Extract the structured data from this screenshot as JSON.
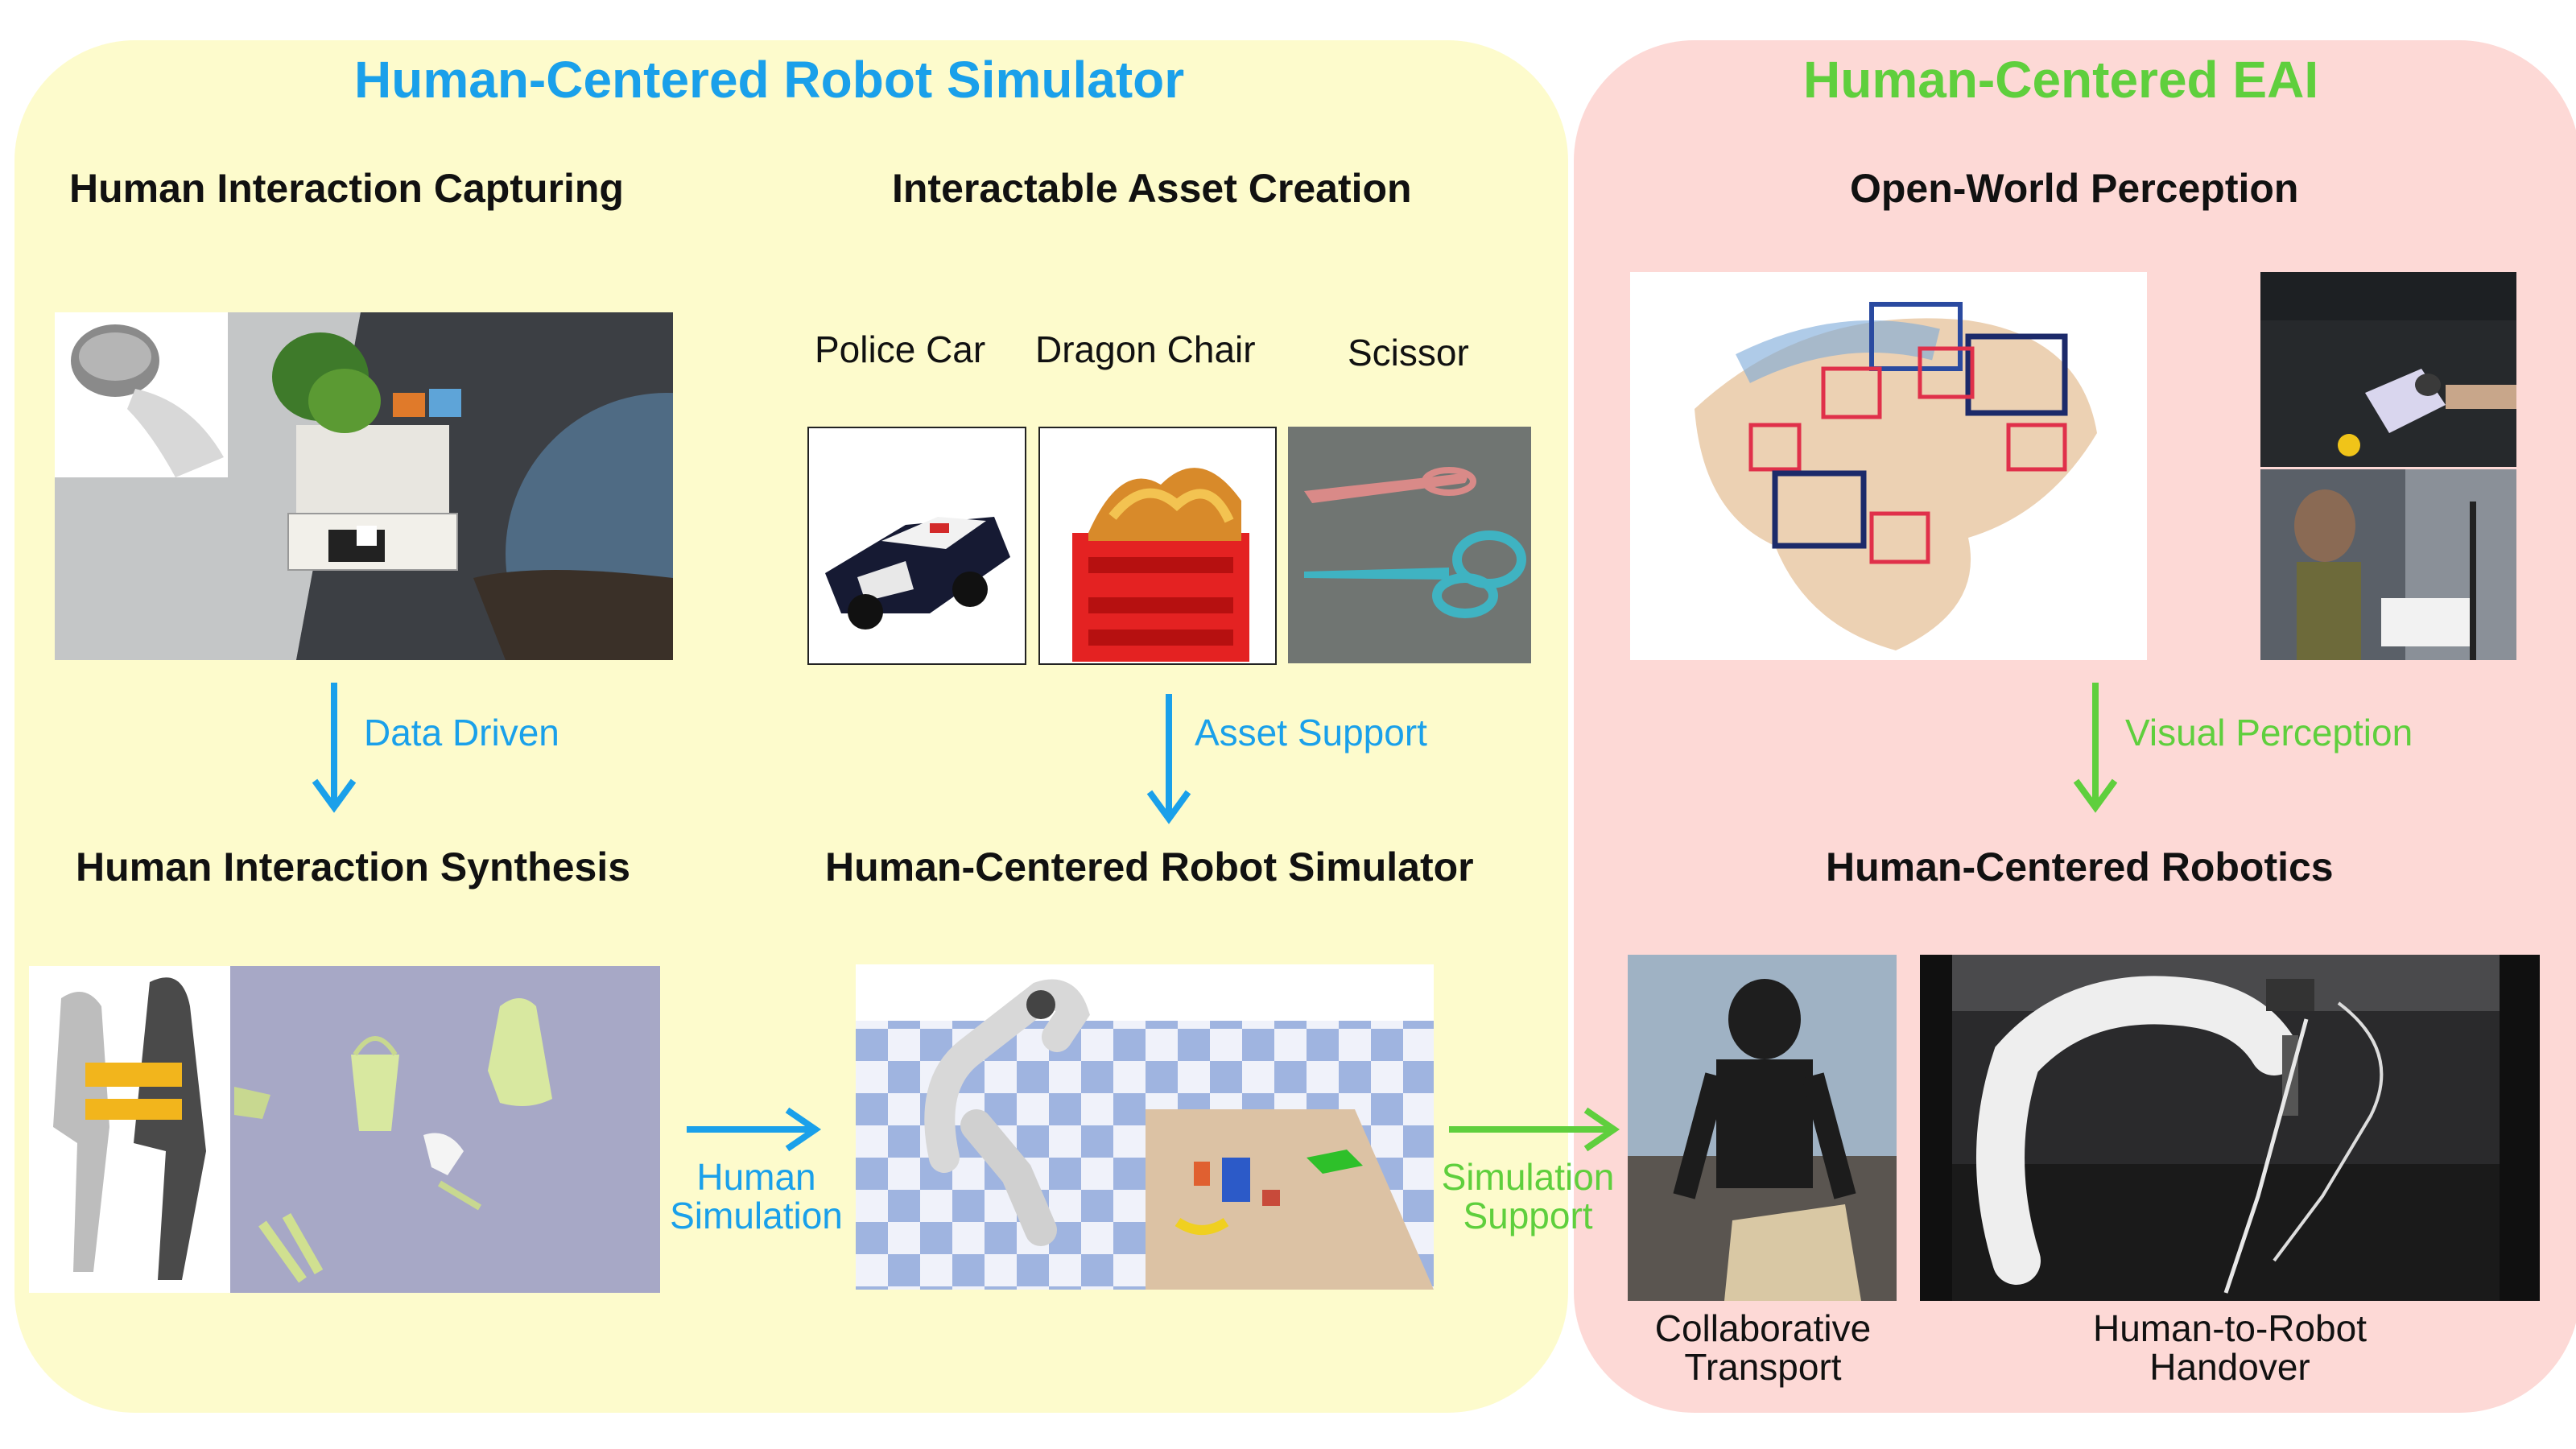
{
  "colors": {
    "blue": "#1aa0ea",
    "green": "#5fcf3d",
    "left_panel": "#fdfbcc",
    "right_panel": "#fdd9d6"
  },
  "left": {
    "title": "Human-Centered Robot Simulator",
    "capture_heading": "Human Interaction Capturing",
    "asset_heading": "Interactable Asset Creation",
    "assets": [
      "Police Car",
      "Dragon Chair",
      "Scissor"
    ],
    "data_driven": "Data Driven",
    "asset_support": "Asset Support",
    "synthesis_heading": "Human Interaction Synthesis",
    "simulator_heading": "Human-Centered Robot Simulator",
    "human_simulation": [
      "Human",
      "Simulation"
    ]
  },
  "right": {
    "title": "Human-Centered EAI",
    "perception_heading": "Open-World Perception",
    "visual_perception": "Visual Perception",
    "robotics_heading": "Human-Centered Robotics",
    "simulation_support": [
      "Simulation",
      "Support"
    ],
    "tasks": [
      [
        "Collaborative",
        "Transport"
      ],
      [
        "Human-to-Robot",
        "Handover"
      ]
    ]
  }
}
